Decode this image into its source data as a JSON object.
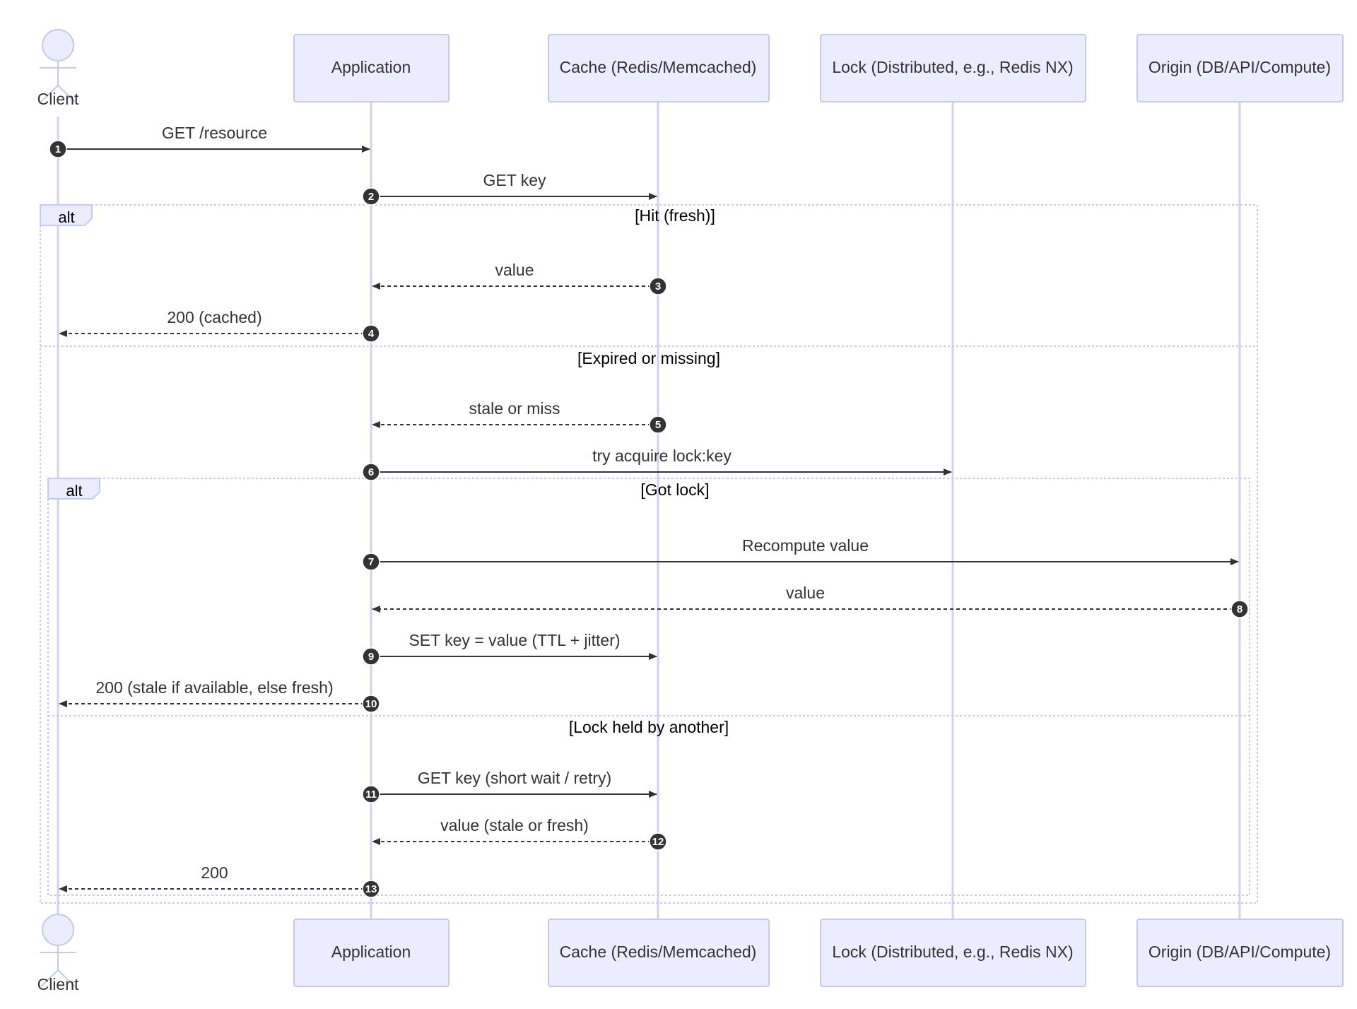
{
  "participants": [
    {
      "id": "client",
      "label": "Client",
      "kind": "actor"
    },
    {
      "id": "app",
      "label": "Application",
      "kind": "box"
    },
    {
      "id": "cache",
      "label": "Cache (Redis/Memcached)",
      "kind": "box"
    },
    {
      "id": "lock",
      "label": "Lock (Distributed, e.g., Redis NX)",
      "kind": "box"
    },
    {
      "id": "origin",
      "label": "Origin (DB/API/Compute)",
      "kind": "box"
    }
  ],
  "messages": [
    {
      "num": "1",
      "from": "client",
      "to": "app",
      "label": "GET /resource",
      "style": "solid"
    },
    {
      "num": "2",
      "from": "app",
      "to": "cache",
      "label": "GET key",
      "style": "solid"
    },
    {
      "num": "3",
      "from": "cache",
      "to": "app",
      "label": "value",
      "style": "dashed"
    },
    {
      "num": "4",
      "from": "app",
      "to": "client",
      "label": "200 (cached)",
      "style": "dashed"
    },
    {
      "num": "5",
      "from": "cache",
      "to": "app",
      "label": "stale or miss",
      "style": "dashed"
    },
    {
      "num": "6",
      "from": "app",
      "to": "lock",
      "label": "try acquire lock:key",
      "style": "solid"
    },
    {
      "num": "7",
      "from": "app",
      "to": "origin",
      "label": "Recompute value",
      "style": "solid"
    },
    {
      "num": "8",
      "from": "origin",
      "to": "app",
      "label": "value",
      "style": "dashed"
    },
    {
      "num": "9",
      "from": "app",
      "to": "cache",
      "label": "SET key = value (TTL + jitter)",
      "style": "solid"
    },
    {
      "num": "10",
      "from": "app",
      "to": "client",
      "label": "200 (stale if available, else fresh)",
      "style": "dashed"
    },
    {
      "num": "11",
      "from": "app",
      "to": "cache",
      "label": "GET key (short wait / retry)",
      "style": "solid"
    },
    {
      "num": "12",
      "from": "cache",
      "to": "app",
      "label": "value (stale or fresh)",
      "style": "dashed"
    },
    {
      "num": "13",
      "from": "app",
      "to": "client",
      "label": "200",
      "style": "dashed"
    }
  ],
  "fragments": [
    {
      "keyword": "alt",
      "sections": [
        "[Hit (fresh)]",
        "[Expired or missing]"
      ]
    },
    {
      "keyword": "alt",
      "sections": [
        "[Got lock]",
        "[Lock held by another]"
      ]
    }
  ],
  "colors": {
    "participant_fill": "#ececff",
    "participant_stroke": "#c8c8e8",
    "lifeline": "#d6d0f0",
    "arrow": "#333333",
    "fragment_border": "#c8c8f0",
    "badge": "#333333"
  }
}
